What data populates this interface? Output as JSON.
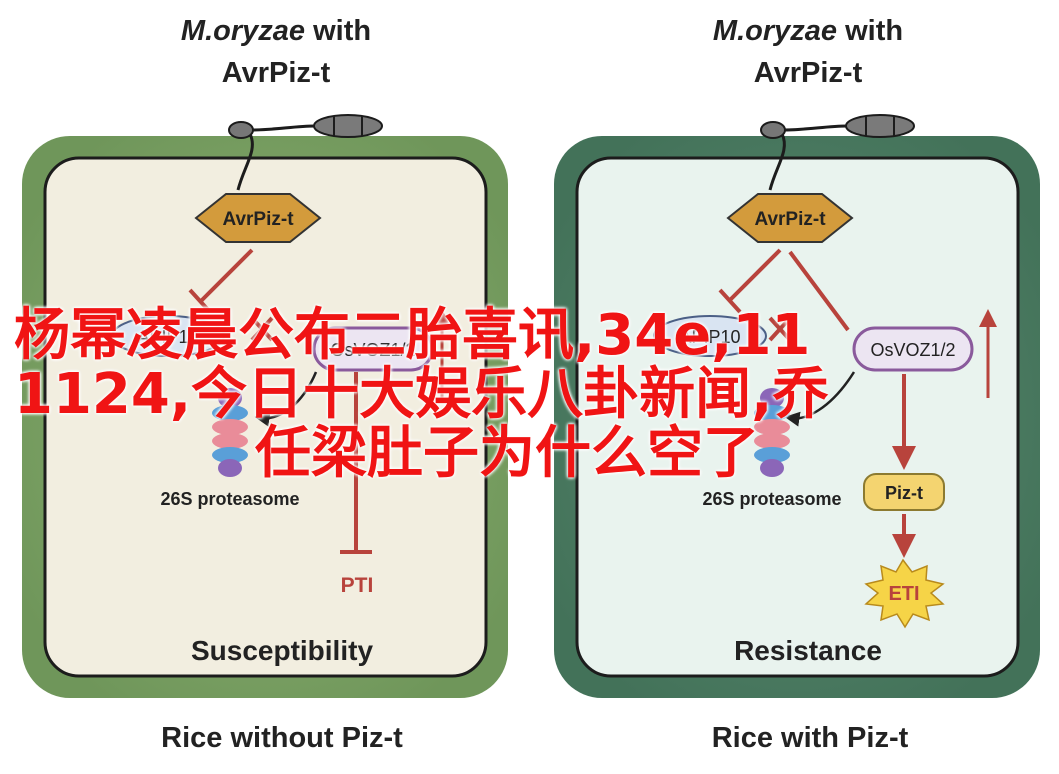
{
  "left_panel": {
    "header_species": "M.oryzae",
    "header_with": " with",
    "header_effector": "AvrPiz-t",
    "effector_label": "AvrPiz-t",
    "apip_label": "APIP10",
    "osvoz_label": "OsVOZ1/2",
    "proteasome_label": "26S proteasome",
    "pti_label": "PTI",
    "outcome_label": "Susceptibility",
    "footer": "Rice without Piz-t"
  },
  "right_panel": {
    "header_species": "M.oryzae",
    "header_with": " with",
    "header_effector": "AvrPiz-t",
    "effector_label": "AvrPiz-t",
    "apip_label": "APIP10",
    "osvoz_label": "OsVOZ1/2",
    "proteasome_label": "26S proteasome",
    "piz_label": "Piz-t",
    "eti_label": "ETI",
    "outcome_label": "Resistance",
    "footer": "Rice with Piz-t"
  },
  "overlay_text": {
    "line1": "杨幂凌晨公布二胎喜讯,34e,11",
    "line2": "1124,今日十大娱乐八卦新闻,乔",
    "line3": "任梁肚子为什么空了"
  },
  "colors": {
    "left_wall": "#7ba15f",
    "left_interior": "#f2eee0",
    "right_wall": "#4d7c63",
    "right_interior": "#e9f3ee",
    "effector_fill": "#d39b3c",
    "arrow_red": "#b8433c",
    "osvoz_fill": "#ece5f2",
    "osvoz_stroke": "#8a5a9c",
    "piz_fill": "#f4d470",
    "eti_fill": "#f6d447",
    "overlay_text": "#f01414"
  }
}
